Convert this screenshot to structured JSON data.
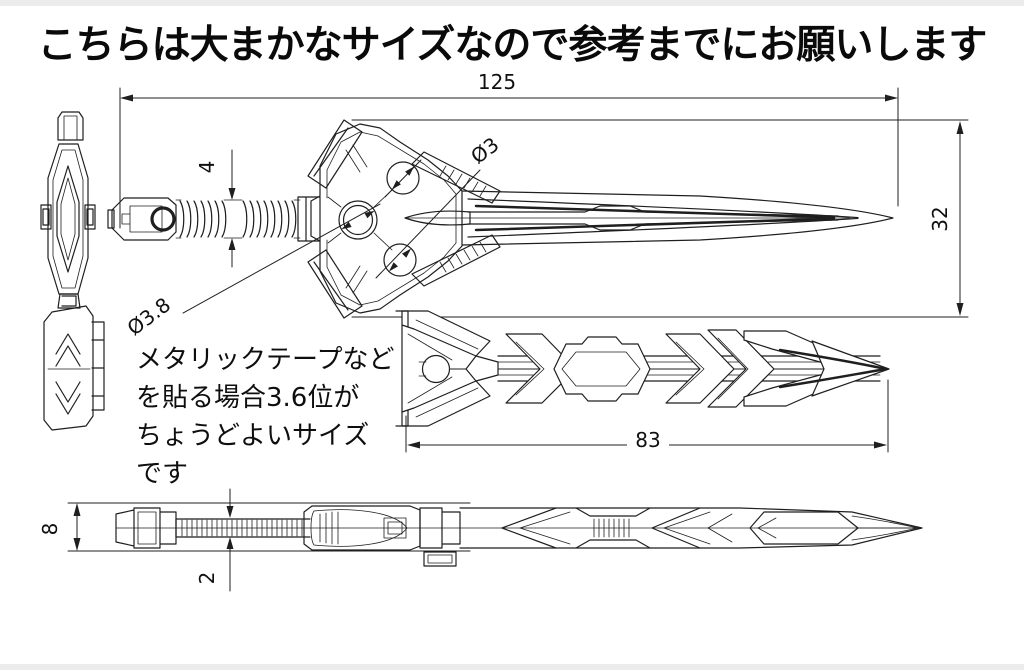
{
  "colors": {
    "background": "#ffffff",
    "line": "#1f1f1f",
    "text": "#111111",
    "edge_bar": "#ececec"
  },
  "title": "こちらは大まかなサイズなので参考までにお願いします",
  "note_lines": [
    "メタリックテープなど",
    "を貼る場合3.6位が",
    "ちょうどよいサイズ",
    "です"
  ],
  "dims": {
    "overall_length": "125",
    "grip_width": "4",
    "pin_hole": "Ø3",
    "center_hole": "Ø3.8",
    "guard_width": "32",
    "insert_length": "83",
    "side_thickness": "8",
    "grip_thickness": "2"
  }
}
